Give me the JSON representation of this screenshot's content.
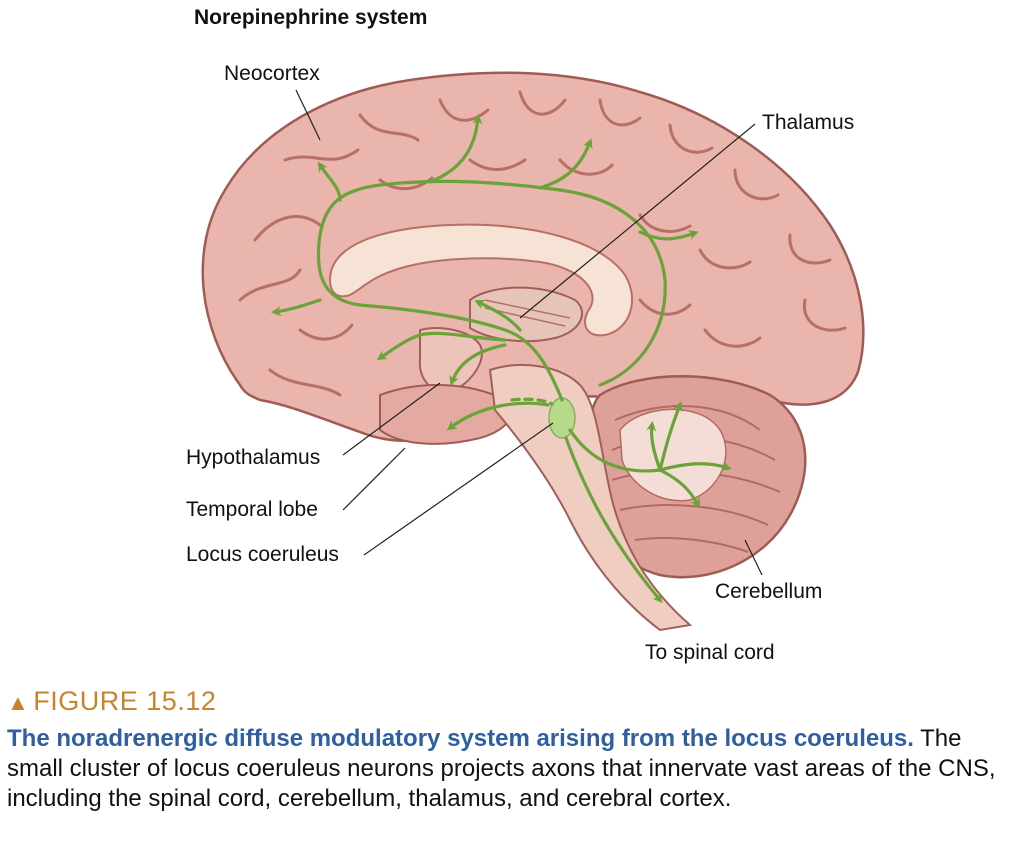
{
  "diagram": {
    "title": "Norepinephrine system",
    "labels": {
      "neocortex": "Neocortex",
      "thalamus": "Thalamus",
      "hypothalamus": "Hypothalamus",
      "temporal_lobe": "Temporal lobe",
      "locus_coeruleus": "Locus coeruleus",
      "cerebellum": "Cerebellum",
      "spinal_cord": "To spinal cord"
    },
    "colors": {
      "cortex": "#eab5ac",
      "sulci": "#b67068",
      "corpus_callosum": "#f6e3d6",
      "brainstem": "#f0cdc1",
      "cerebellum": "#dda19a",
      "pathway": "#6aa338",
      "locus_coeruleus": "#b6d98a"
    }
  },
  "caption": {
    "figure_marker": "▲",
    "figure_number": "FIGURE 15.12",
    "bold_lead": "The noradrenergic diffuse modulatory system arising from the locus coeruleus.",
    "text": "The small cluster of locus coeruleus neurons projects axons that innervate vast areas of the CNS, including the spinal cord, cerebellum, thalamus, and cerebral cortex."
  }
}
